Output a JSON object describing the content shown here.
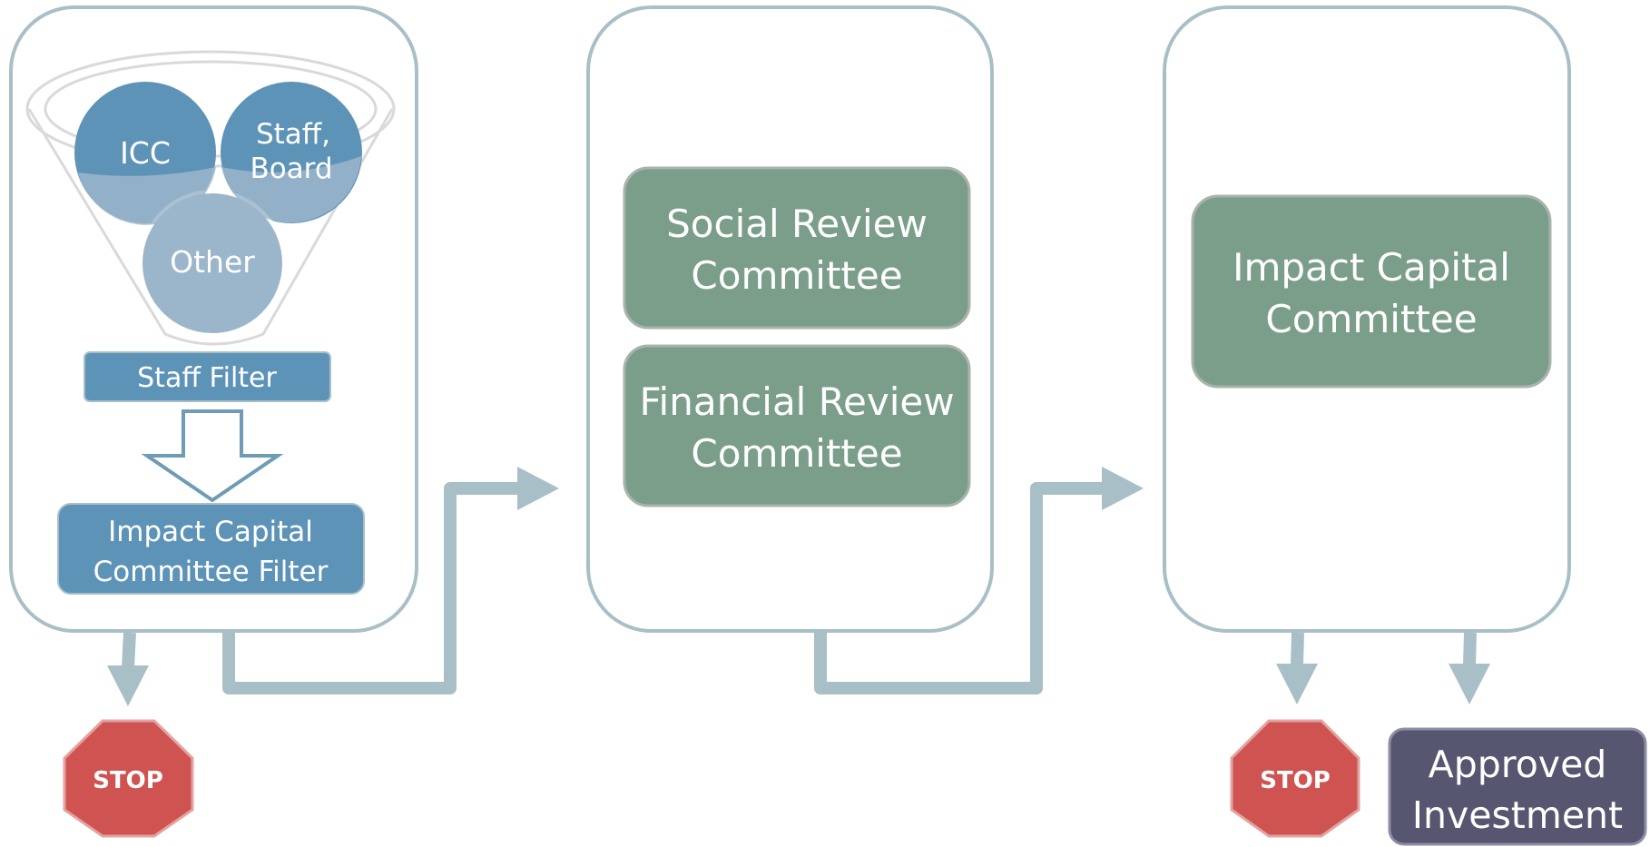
{
  "stage1": {
    "funnel": {
      "circle_icc": "ICC",
      "circle_staff_line1": "Staff,",
      "circle_staff_line2": "Board",
      "circle_other": "Other"
    },
    "staff_filter": "Staff Filter",
    "icc_filter_line1": "Impact Capital",
    "icc_filter_line2": "Committee Filter"
  },
  "stage2": {
    "social_line1": "Social Review",
    "social_line2": "Committee",
    "financial_line1": "Financial Review",
    "financial_line2": "Committee"
  },
  "stage3": {
    "icc_line1": "Impact Capital",
    "icc_line2": "Committee"
  },
  "outcomes": {
    "stop_1": "STOP",
    "stop_2": "STOP",
    "approved_line1": "Approved",
    "approved_line2": "Investment"
  },
  "colors": {
    "panel_border": "#a9bfc7",
    "connector": "#a9bfc7",
    "blue_box": "#5e93b8",
    "green_box": "#7b9e8a",
    "stop_red": "#cf5451",
    "approved_purple": "#575670",
    "circle_dark": "#5e93b8",
    "circle_light": "#9bb6cb"
  }
}
